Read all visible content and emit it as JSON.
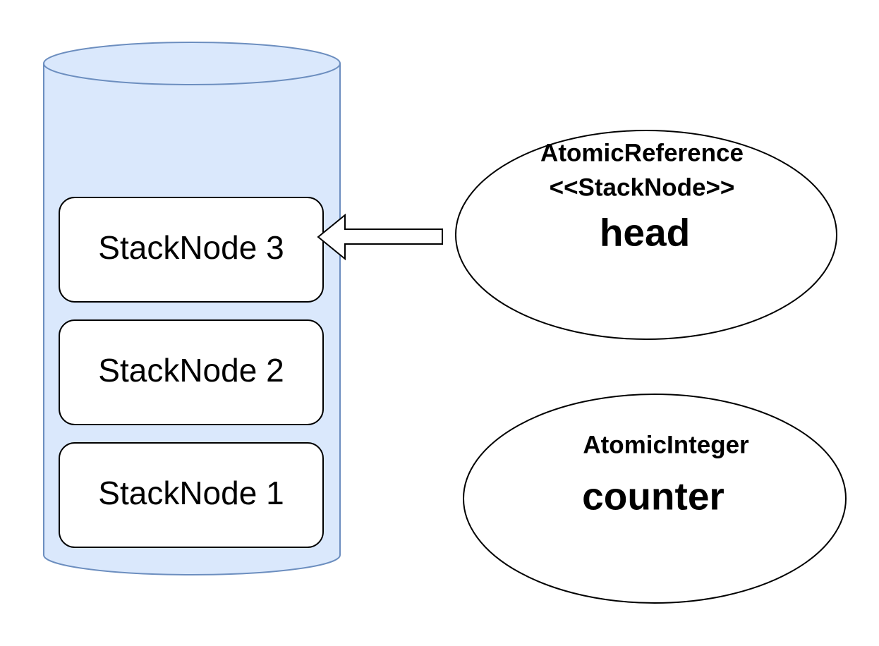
{
  "stack": {
    "nodes": [
      {
        "label": "StackNode 3"
      },
      {
        "label": "StackNode 2"
      },
      {
        "label": "StackNode 1"
      }
    ]
  },
  "head": {
    "type_line1": "AtomicReference",
    "type_line2": "<<StackNode>>",
    "name": "head"
  },
  "counter": {
    "type": "AtomicInteger",
    "name": "counter"
  },
  "colors": {
    "cylinder_fill": "#dae8fc",
    "cylinder_stroke": "#6c8ebf",
    "stroke": "#000000",
    "node_fill": "#ffffff"
  }
}
